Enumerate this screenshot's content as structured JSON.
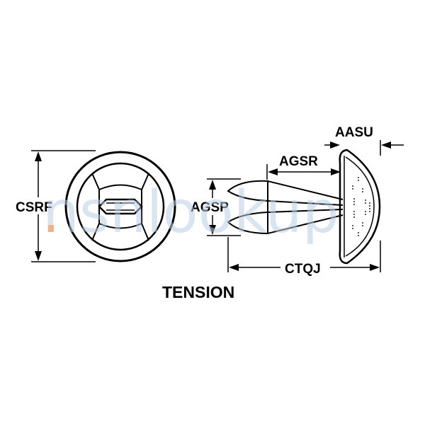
{
  "labels": {
    "csrf": "CSRF",
    "agsp": "AGSP",
    "agsr": "AGSR",
    "aasu": "AASU",
    "ctqj": "CTQJ",
    "caption": "TENSION"
  },
  "watermark": {
    "text": "nsnlookup"
  },
  "colors": {
    "ink": "#000000",
    "background": "#ffffff",
    "watermark": "#b9cfe3",
    "watermark_dot": "#f2a86a"
  }
}
